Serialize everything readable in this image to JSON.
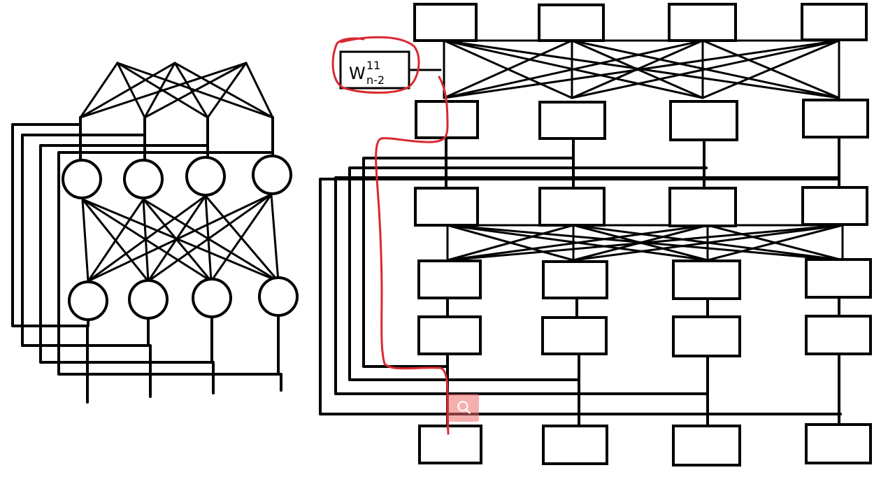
{
  "weight_label": {
    "symbol": "W",
    "superscript": "11",
    "subscript": "n-2"
  },
  "colors": {
    "ink": "#000000",
    "highlight": "#d9282f",
    "search_badge": "#ee6e6e"
  },
  "icons": {
    "search_overlay": "search-icon"
  }
}
